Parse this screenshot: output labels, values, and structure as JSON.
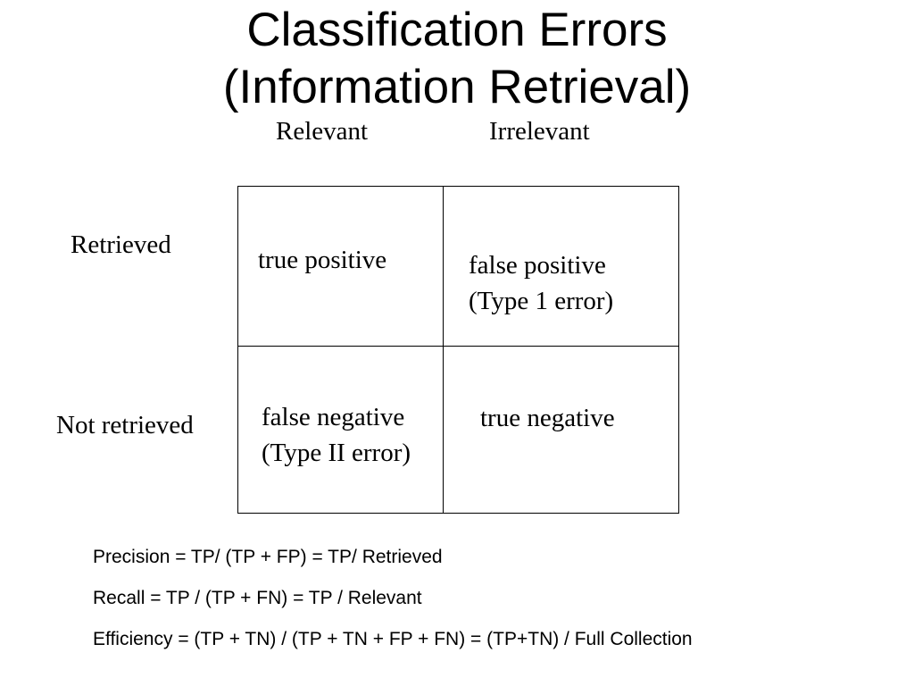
{
  "slide": {
    "title_line1": "Classification Errors",
    "title_line2": "(Information Retrieval)"
  },
  "matrix": {
    "columns": [
      "Relevant",
      "Irrelevant"
    ],
    "rows": [
      "Retrieved",
      "Not retrieved"
    ],
    "cells": {
      "tp": [
        "true positive"
      ],
      "fp": [
        "false positive",
        "(Type 1 error)"
      ],
      "fn": [
        "false negative",
        "(Type II error)"
      ],
      "tn": [
        "true negative"
      ]
    }
  },
  "formulas": [
    "Precision = TP/ (TP + FP) = TP/ Retrieved",
    "Recall = TP / (TP + FN) = TP / Relevant",
    "Efficiency = (TP + TN) / (TP + TN + FP + FN) = (TP+TN) / Full Collection"
  ]
}
